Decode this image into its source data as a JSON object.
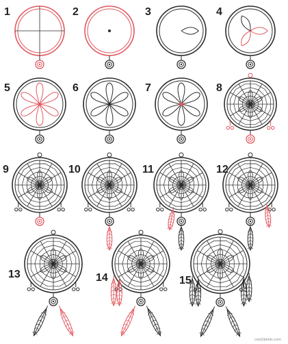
{
  "steps": [
    {
      "label": "1"
    },
    {
      "label": "2"
    },
    {
      "label": "3"
    },
    {
      "label": "4"
    },
    {
      "label": "5"
    },
    {
      "label": "6"
    },
    {
      "label": "7"
    },
    {
      "label": "8"
    },
    {
      "label": "9"
    },
    {
      "label": "10"
    },
    {
      "label": "11"
    },
    {
      "label": "12"
    },
    {
      "label": "13"
    },
    {
      "label": "14"
    },
    {
      "label": "15"
    }
  ],
  "watermark": "cool2bkids.com",
  "colors": {
    "ink": "#2b2b2b",
    "highlight": "#e0585f",
    "paper": "#ffffff"
  },
  "icons": [
    "dreamcatcher-drawing-step",
    "feather-icon",
    "bead-icon"
  ]
}
